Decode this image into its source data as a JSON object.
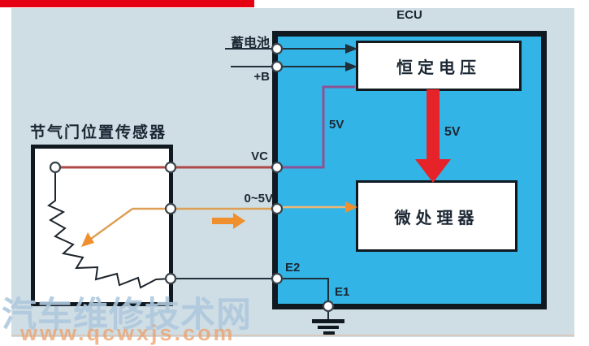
{
  "colors": {
    "top_bar": "#e60014",
    "canvas_bg": "#cfdde4",
    "ecu_fill": "#33b4e6",
    "outline": "#10191f",
    "wire_red": "#ad4a48",
    "wire_purple": "#8e5292",
    "wire_orange": "#dd9f55",
    "wire_orange_light": "#f0b876",
    "arrow_orange": "#ef8f2d",
    "arrow_red": "#e52328",
    "wire_black": "#20303a",
    "text": "#1b2733",
    "watermark_blue": "#afc9de",
    "watermark_orange": "#eda06b"
  },
  "header": {
    "ecu_label": "ECU"
  },
  "ecu": {
    "constant_voltage_label": "恒定电压",
    "microprocessor_label": "微处理器",
    "five_v_wire_label": "5V",
    "five_v_supply_label": "5V"
  },
  "sensor": {
    "title": "节气门位置传感器"
  },
  "pins": {
    "battery": "蓄电池",
    "plus_b": "+B",
    "vc": "VC",
    "signal_range": "0~5V",
    "e2": "E2",
    "e1": "E1"
  },
  "watermark": {
    "site_name": "汽车维修技术网",
    "site_url": "www.qcwxjs.com"
  }
}
